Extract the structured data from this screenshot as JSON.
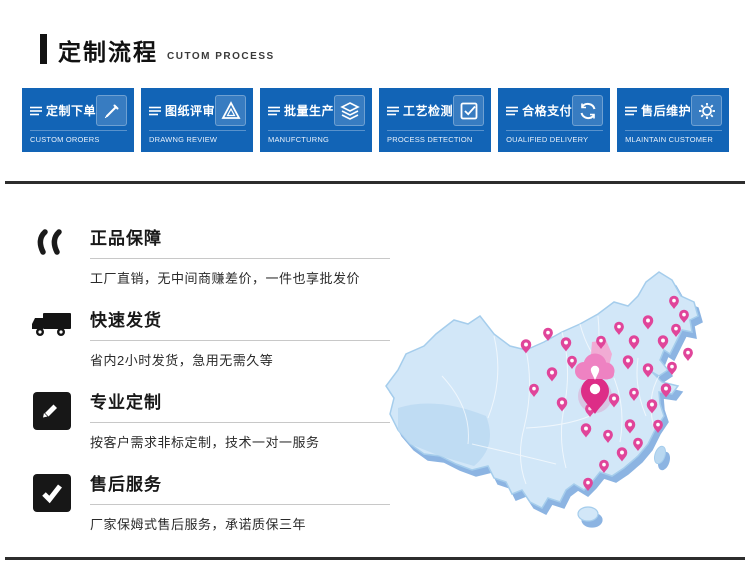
{
  "header": {
    "title": "定制流程",
    "subtitle": "CUTOM PROCESS"
  },
  "process_steps": [
    {
      "title": "定制下单",
      "caption": "CUSTOM OROERS",
      "icon": "pencil-icon"
    },
    {
      "title": "图纸评审",
      "caption": "DRAWNG REVIEW",
      "icon": "set-square-icon"
    },
    {
      "title": "批量生产",
      "caption": "MANUFCTURNG",
      "icon": "layers-icon"
    },
    {
      "title": "工艺检测",
      "caption": "PROCESS DETECTION",
      "icon": "check-box-icon"
    },
    {
      "title": "合格支付",
      "caption": "OUALIFIED DELIVERY",
      "icon": "refresh-arrows-icon"
    },
    {
      "title": "售后维护",
      "caption": "MLAINTAIN CUSTOMER",
      "icon": "gear-service-icon"
    }
  ],
  "features": [
    {
      "title": "正品保障",
      "description": "工厂直销，无中间商赚差价，一件也享批发价"
    },
    {
      "title": "快速发货",
      "description": "省内2小时发货，急用无需久等"
    },
    {
      "title": "专业定制",
      "description": "按客户需求非标定制，技术一对一服务"
    },
    {
      "title": "售后服务",
      "description": "厂家保姆式售后服务，承诺质保三年"
    }
  ],
  "colors": {
    "step_blue": "#1264b6",
    "accent_pink": "#e0368c",
    "map_fill": "#d2e7f8",
    "map_shadow": "#8cb4e2",
    "dark": "#171717"
  }
}
